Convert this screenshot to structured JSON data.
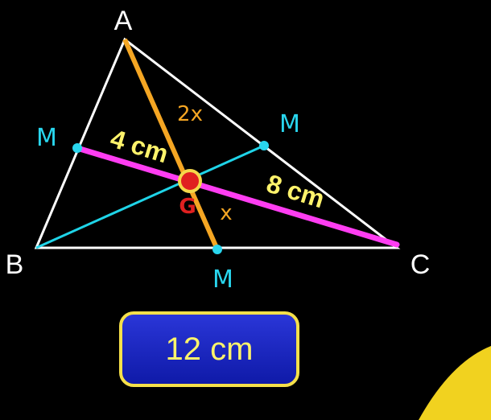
{
  "diagram": {
    "vertices": {
      "a": "A",
      "b": "B",
      "c": "C"
    },
    "midpoint_labels": {
      "left": "M",
      "right": "M",
      "bottom": "M"
    },
    "centroid_label": "G",
    "segment_labels": {
      "ag": "2x",
      "gm": "x",
      "mg": "4 cm",
      "gc": "8 cm"
    },
    "answer": "12 cm"
  },
  "colors": {
    "background": "#000000",
    "triangle": "#ffffff",
    "median_a": "#f5a623",
    "median_c": "#ff3df2",
    "median_b": "#1fd4e8",
    "midpoint_label": "#29d6ee",
    "handwritten": "#f5a623",
    "centroid_dot": "#e02020",
    "measure_text": "#fff36b",
    "answer_box": "#1a27c8",
    "answer_border": "#f5e04a",
    "answer_text": "#fff36b"
  }
}
